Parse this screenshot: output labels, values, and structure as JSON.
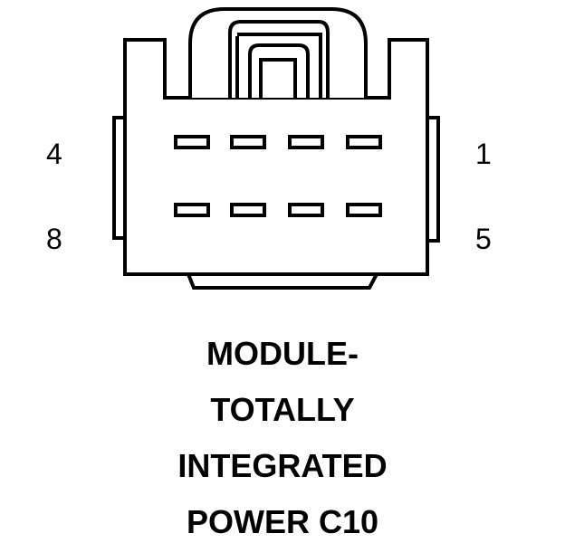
{
  "pin_labels": {
    "top_left": "4",
    "top_right": "1",
    "bottom_left": "8",
    "bottom_right": "5"
  },
  "caption": {
    "line1": "MODULE-",
    "line2": "TOTALLY",
    "line3": "INTEGRATED",
    "line4": "POWER C10"
  },
  "colors": {
    "stroke": "#000000",
    "background": "#ffffff"
  }
}
